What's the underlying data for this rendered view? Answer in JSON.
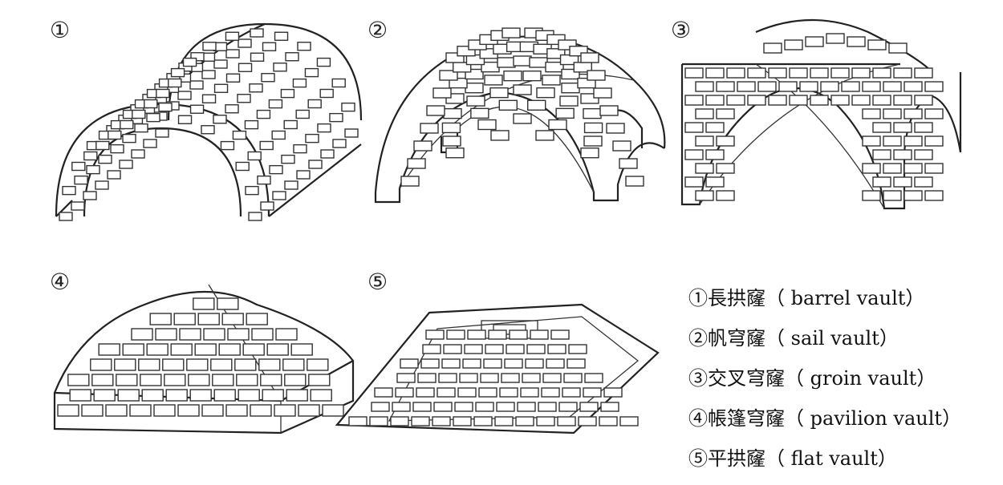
{
  "figures": [
    {
      "marker": "①"
    },
    {
      "marker": "②"
    },
    {
      "marker": "③"
    },
    {
      "marker": "④"
    },
    {
      "marker": "⑤"
    }
  ],
  "legend": [
    {
      "label": "①長拱窿（ barrel vault）"
    },
    {
      "label": "②帆穹窿（ sail vault）"
    },
    {
      "label": "③交叉穹窿（ groin vault）"
    },
    {
      "label": "④帳篷穹窿（ pavilion vault）"
    },
    {
      "label": "⑤平拱窿（ flat vault）"
    }
  ]
}
